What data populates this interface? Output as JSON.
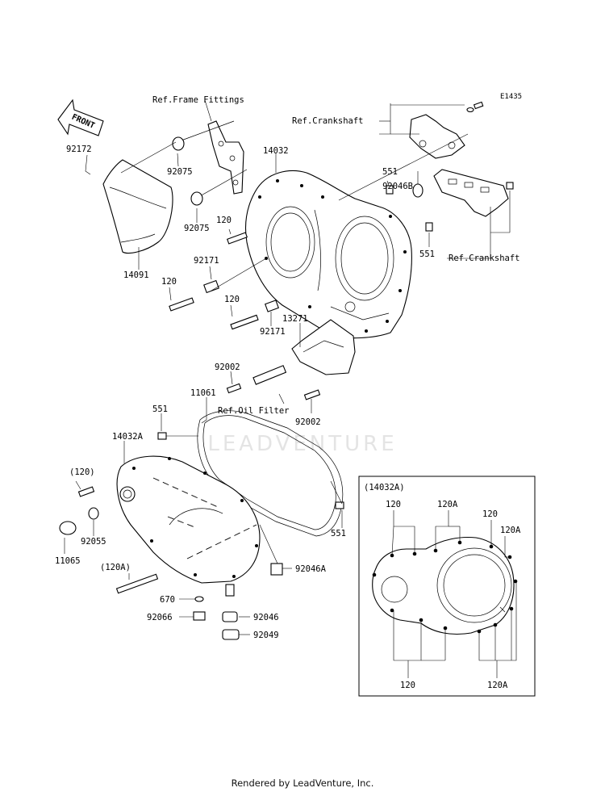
{
  "diagram_id": "E1435",
  "watermark": "LEADVENTURE",
  "footer": "Rendered by LeadVenture, Inc.",
  "front_arrow": "FRONT",
  "refs": {
    "frame_fittings": "Ref.Frame Fittings",
    "crankshaft_top": "Ref.Crankshaft",
    "crankshaft_right": "Ref.Crankshaft",
    "oil_filter": "Ref.Oil Filter"
  },
  "parts": {
    "p92172": "92172",
    "p92075_a": "92075",
    "p92075_b": "92075",
    "p14091": "14091",
    "p14032": "14032",
    "p551_a": "551",
    "p92046b": "92046B",
    "p551_b": "551",
    "p120_a": "120",
    "p92171_a": "92171",
    "p120_b": "120",
    "p120_c": "120",
    "p92171_b": "92171",
    "p13271": "13271",
    "p92002_a": "92002",
    "p92002_b": "92002",
    "p11061": "11061",
    "p551_c": "551",
    "p14032a": "14032A",
    "p120_paren": "(120)",
    "p92055": "92055",
    "p11065": "11065",
    "p120a_paren": "(120A)",
    "p551_d": "551",
    "p92046a": "92046A",
    "p670": "670",
    "p92066": "92066",
    "p92046": "92046",
    "p92049": "92049"
  },
  "inset": {
    "title": "(14032A)",
    "l120_a": "120",
    "l120a_a": "120A",
    "l120_b": "120",
    "l120a_b": "120A",
    "l120_c": "120",
    "l120a_c": "120A"
  }
}
